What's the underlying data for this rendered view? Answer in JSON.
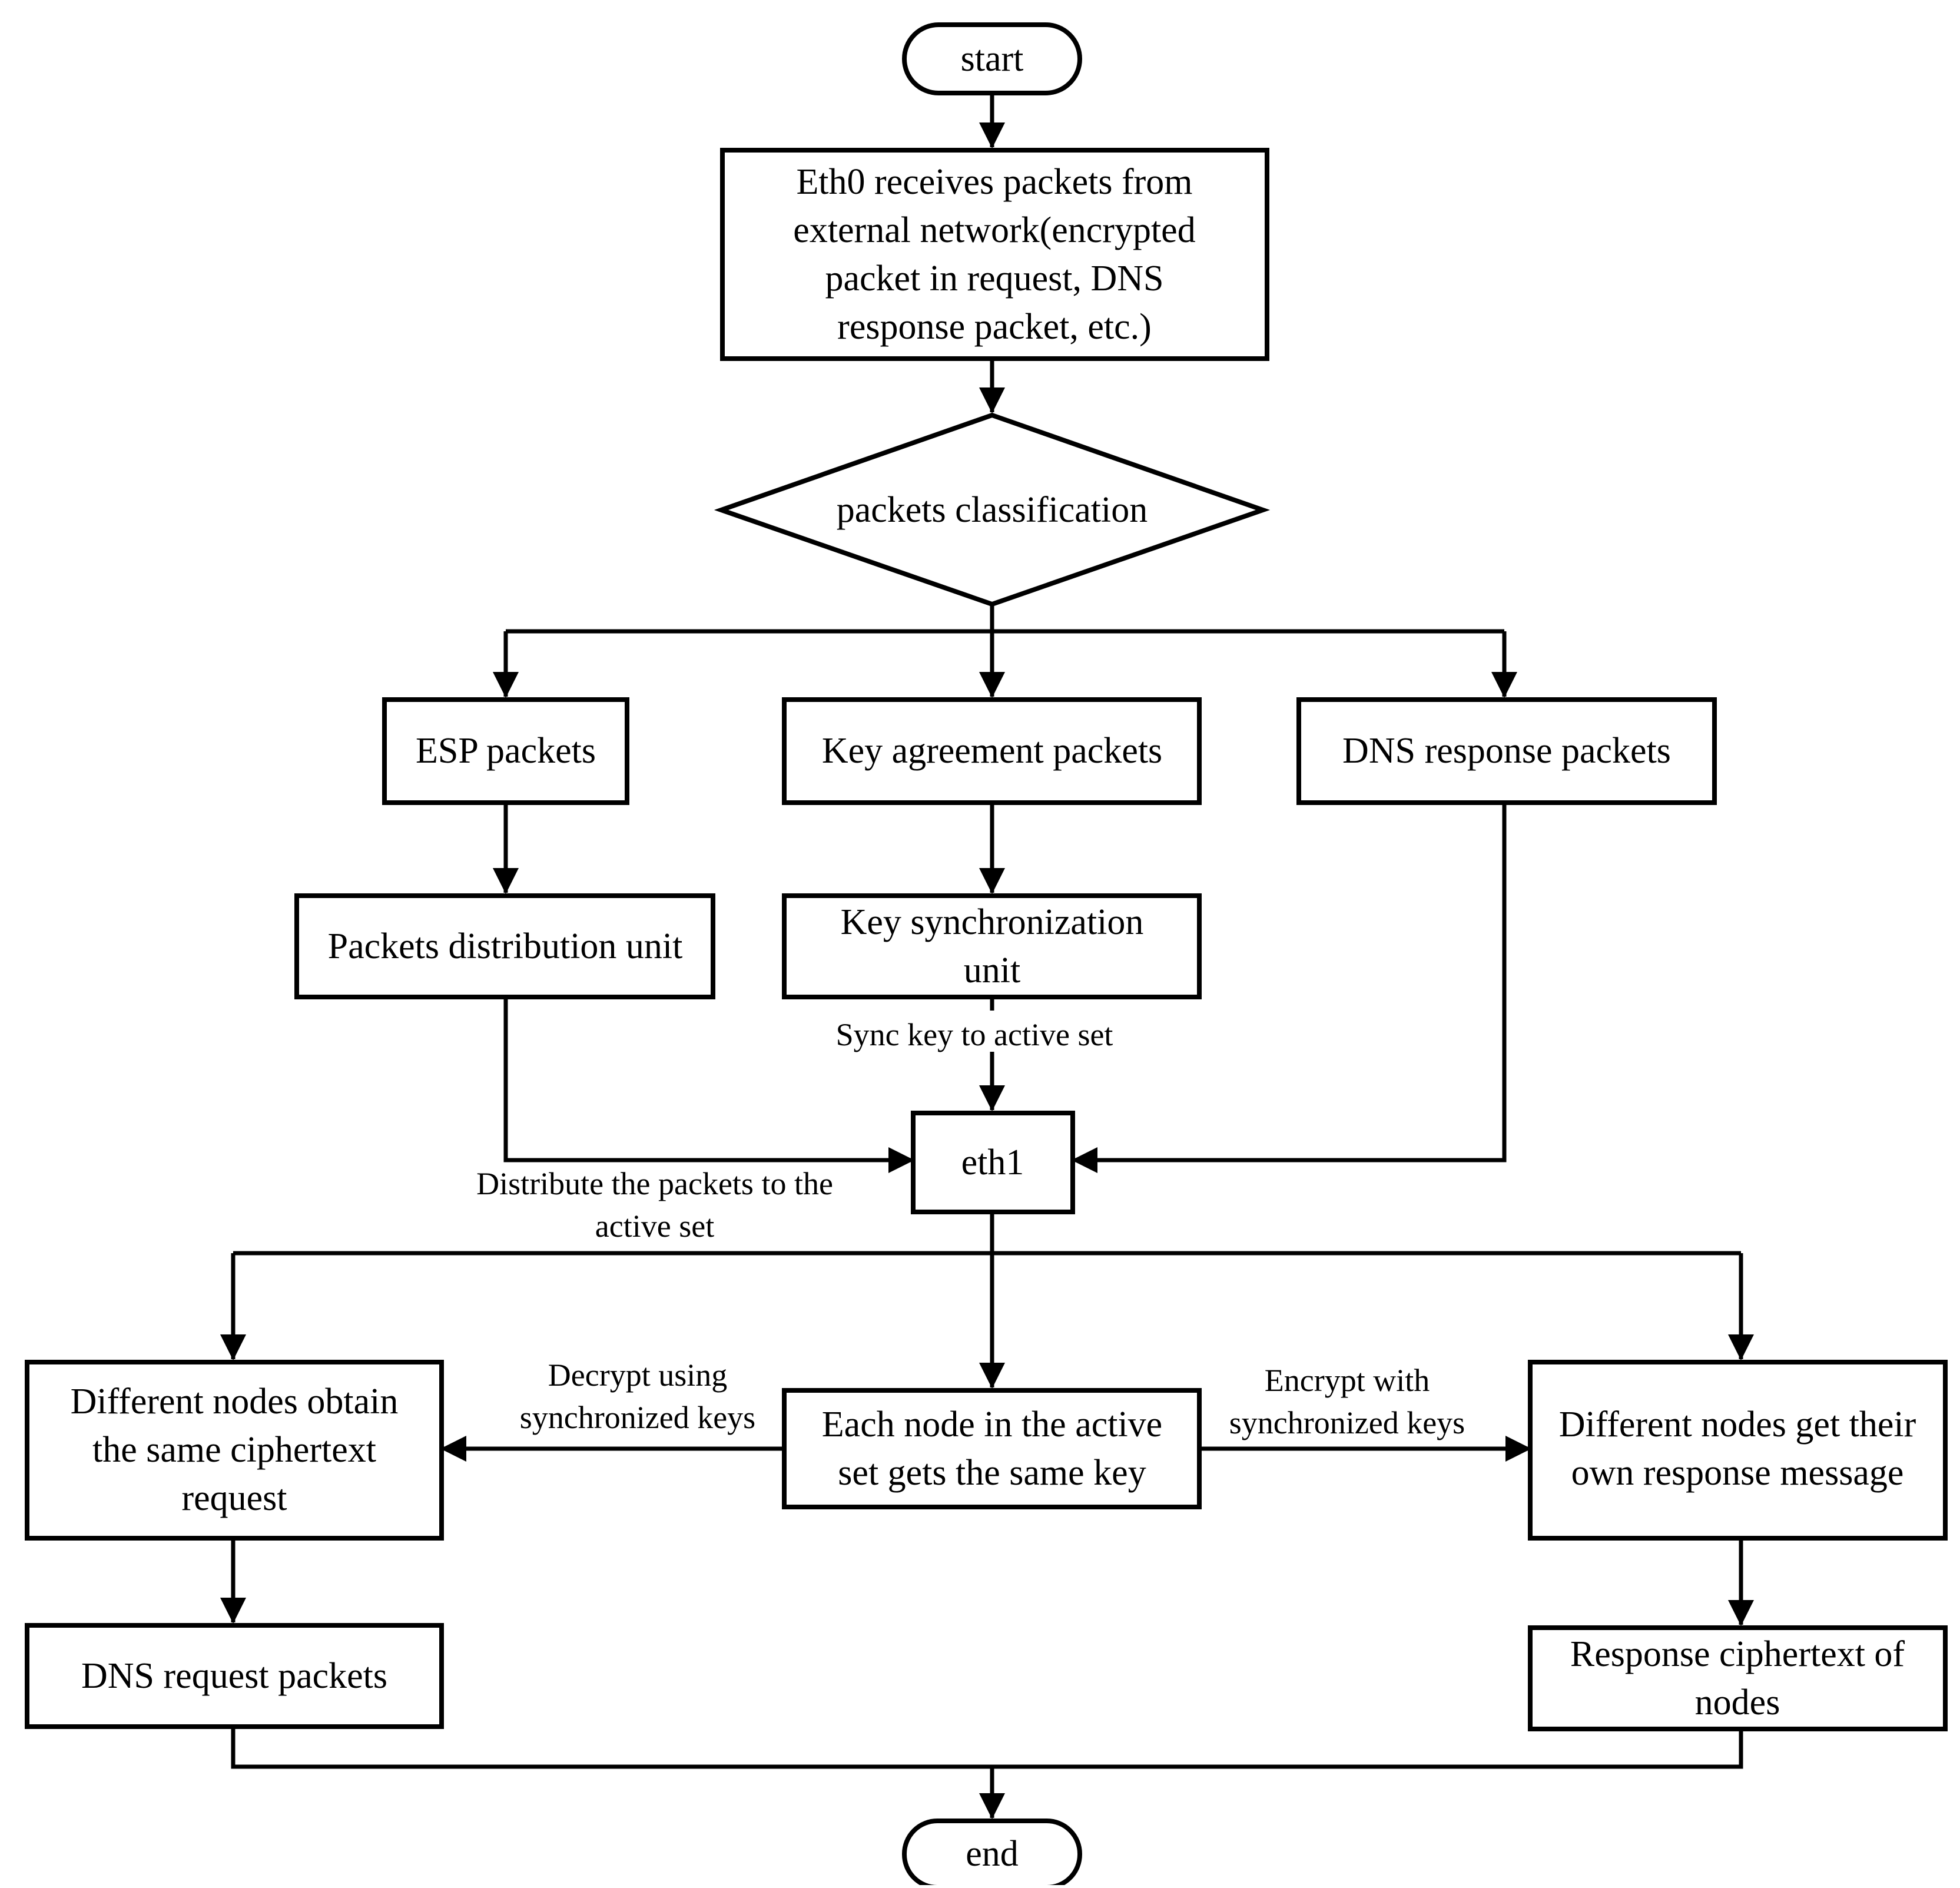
{
  "nodes": {
    "start": {
      "lines": [
        "start"
      ]
    },
    "eth0": {
      "lines": [
        "Eth0 receives packets from",
        "external network(encrypted",
        "packet in request, DNS",
        "response packet, etc.)"
      ]
    },
    "classify": {
      "lines": [
        "packets classification"
      ]
    },
    "esp": {
      "lines": [
        "ESP packets"
      ]
    },
    "key_agreement": {
      "lines": [
        "Key agreement packets"
      ]
    },
    "dns_response": {
      "lines": [
        "DNS response packets"
      ]
    },
    "distribution": {
      "lines": [
        "Packets distribution unit"
      ]
    },
    "key_sync": {
      "lines": [
        "Key synchronization",
        "unit"
      ]
    },
    "eth1": {
      "lines": [
        "eth1"
      ]
    },
    "same_key": {
      "lines": [
        "Each node in the active",
        "set gets the same key"
      ]
    },
    "same_ciphertext": {
      "lines": [
        "Different nodes obtain",
        "the same ciphertext",
        "request"
      ]
    },
    "own_response": {
      "lines": [
        "Different nodes get their",
        "own response message"
      ]
    },
    "dns_request": {
      "lines": [
        "DNS request packets"
      ]
    },
    "response_ciphertext": {
      "lines": [
        "Response ciphertext of",
        "nodes"
      ]
    },
    "end": {
      "lines": [
        "end"
      ]
    }
  },
  "edge_labels": {
    "sync_key": {
      "lines": [
        "Sync key to active set"
      ]
    },
    "distribute": {
      "lines": [
        "Distribute the packets to the",
        "active set"
      ]
    },
    "decrypt": {
      "lines": [
        "Decrypt using",
        "synchronized keys"
      ]
    },
    "encrypt": {
      "lines": [
        "Encrypt with",
        "synchronized keys"
      ]
    }
  },
  "colors": {
    "stroke": "#000000",
    "background": "#ffffff"
  }
}
